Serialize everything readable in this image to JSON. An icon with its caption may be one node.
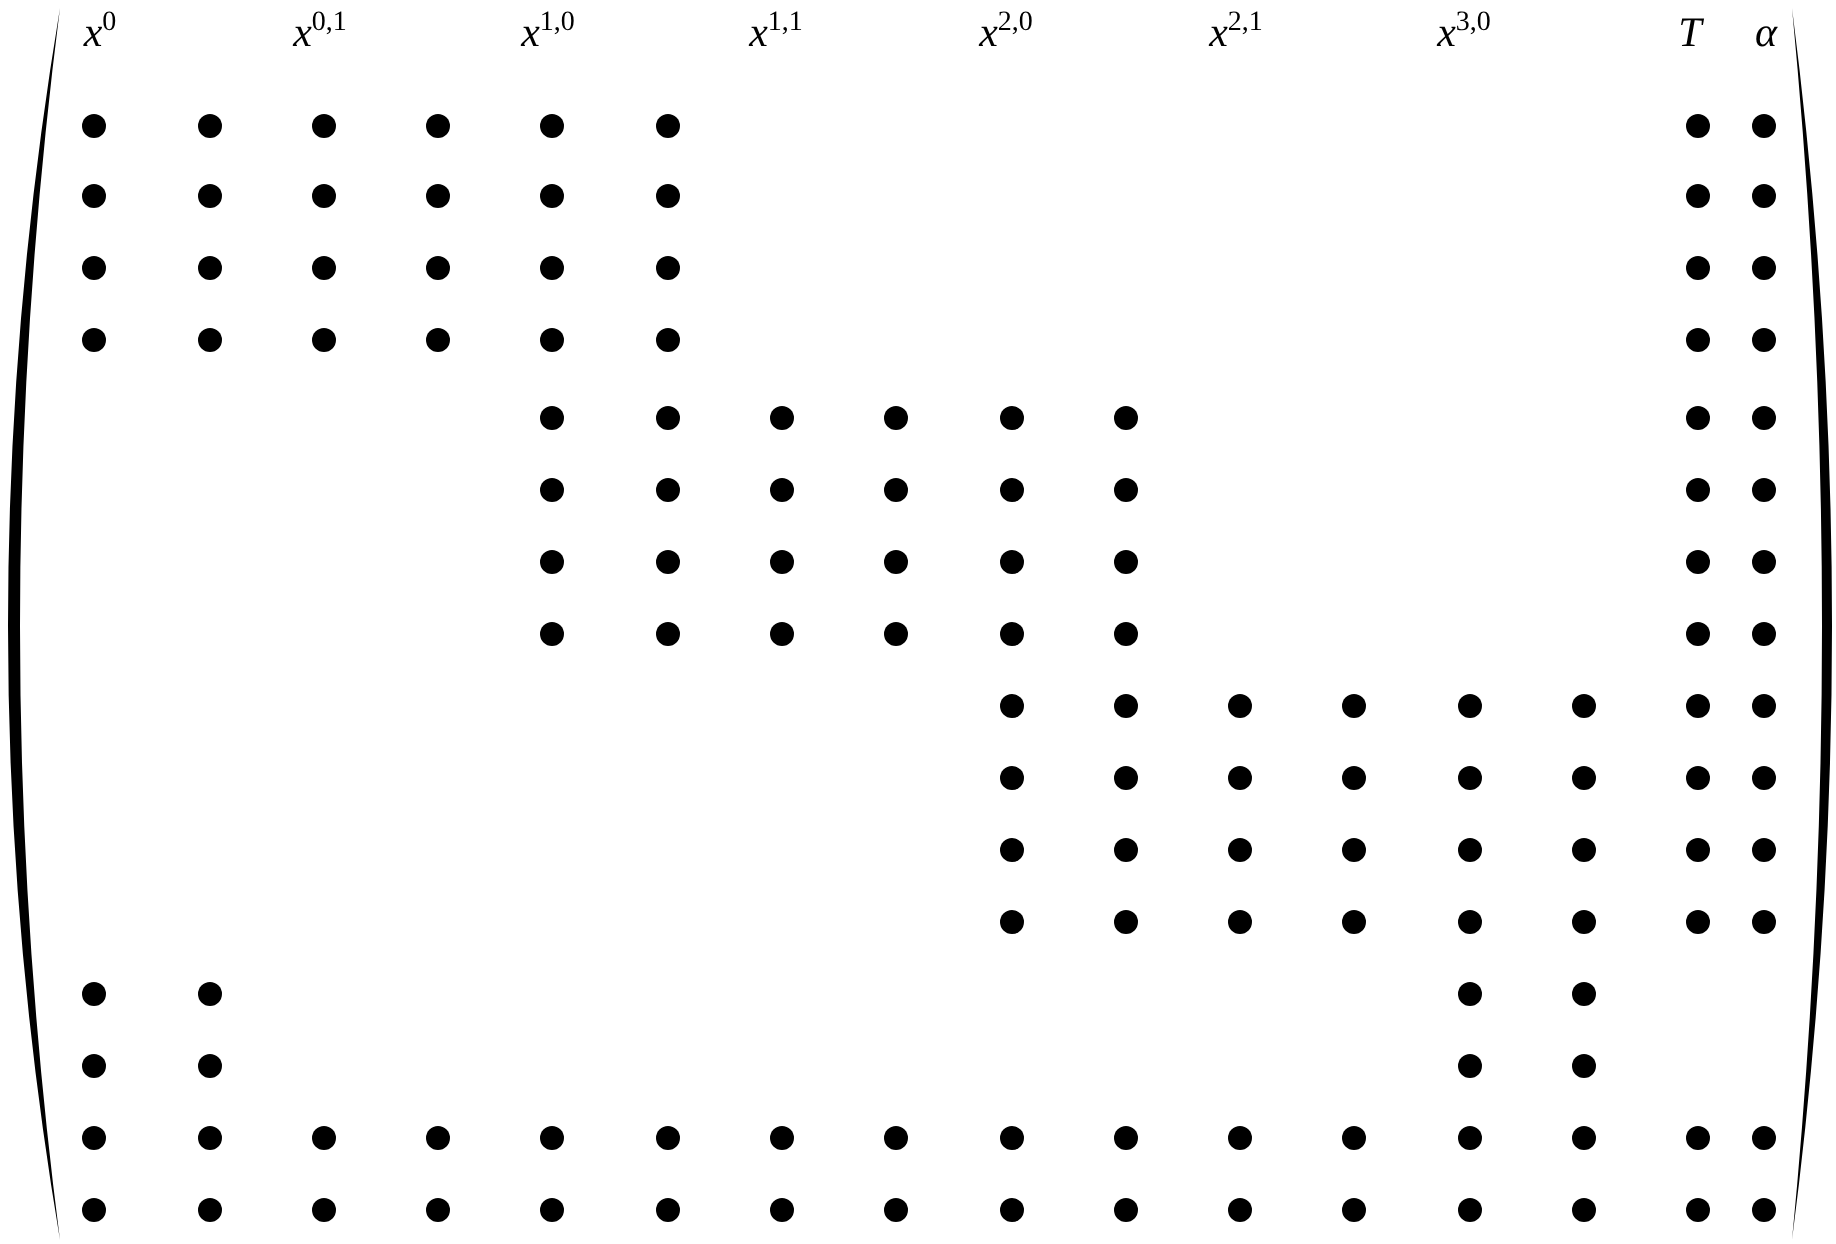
{
  "diagram": {
    "labels": [
      "x$^{0}$",
      "x$^{0,1}$",
      "x$^{1,0}$",
      "x$^{1,1}$",
      "x$^{2,0}$",
      "x$^{2,1}$",
      "x$^{3,0}$",
      "T",
      "α"
    ]
  }
}
